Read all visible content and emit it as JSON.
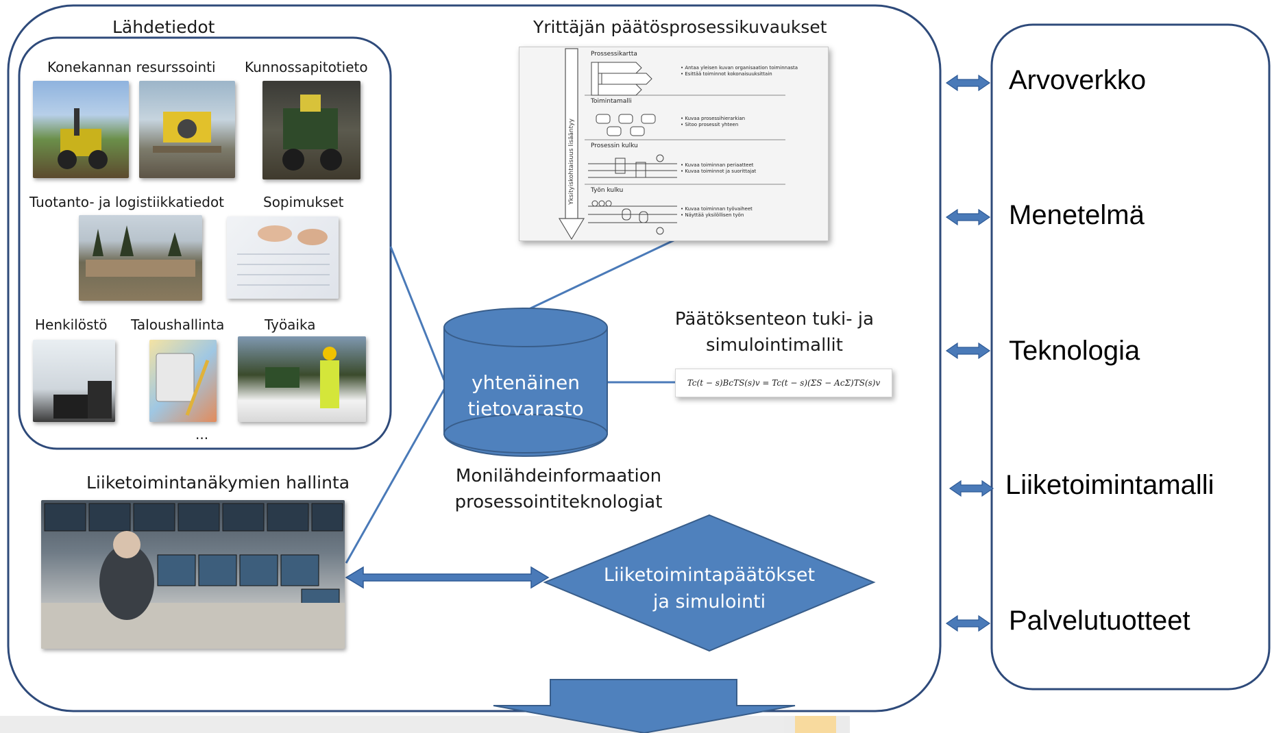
{
  "source_panel": {
    "title": "Lähdetiedot",
    "items": {
      "machine_resourcing": "Konekannan resurssointi",
      "maintenance_info": "Kunnossapitotieto",
      "production_logistics": "Tuotanto- ja logistiikkatiedot",
      "contracts": "Sopimukset",
      "personnel": "Henkilöstö",
      "financial_management": "Taloushallinta",
      "working_time": "Työaika",
      "more": "..."
    }
  },
  "process_descriptions": {
    "title": "Yrittäjän päätösprosessikuvaukset",
    "axis_label": "Yksityiskohtaisuus lisääntyy",
    "sections": [
      {
        "heading": "Prossessikartta",
        "bullets": [
          "Antaa yleisen kuvan organisaation toiminnasta",
          "Esittää toiminnot kokonaisuuksittain"
        ]
      },
      {
        "heading": "Toimintamalli",
        "bullets": [
          "Kuvaa prosessihierarkian",
          "Sitoo prosessit yhteen"
        ]
      },
      {
        "heading": "Prosessin kulku",
        "bullets": [
          "Kuvaa toiminnan periaatteet",
          "Kuvaa toiminnot ja suorittajat"
        ]
      },
      {
        "heading": "Työn kulku",
        "bullets": [
          "Kuvaa toiminnan työvaiheet",
          "Näyttää yksilöllisen työn"
        ]
      }
    ]
  },
  "database": {
    "line1": "yhtenäinen",
    "line2": "tietovarasto",
    "caption_line1": "Monilähdeinformaation",
    "caption_line2": "prosessointiteknologiat"
  },
  "decision_support": {
    "title_line1": "Päätöksenteon tuki- ja",
    "title_line2": "simulointimallit",
    "formula": "Tc(t − s)BcTS(s)v = Tc(t − s)(ΣS − AcΣ)TS(s)v"
  },
  "business_views": {
    "title": "Liiketoimintanäkymien hallinta"
  },
  "decisions": {
    "line1": "Liiketoimintapäätökset",
    "line2": "ja simulointi"
  },
  "right_panel": {
    "items": [
      "Arvoverkko",
      "Menetelmä",
      "Teknologia",
      "Liiketoimintamalli",
      "Palvelutuotteet"
    ]
  },
  "colors": {
    "blue_shape": "#4f81bd",
    "blue_outline": "#385d8a",
    "frame_border": "#2e4a7a",
    "arrow_blue": "#4a7ab8"
  }
}
